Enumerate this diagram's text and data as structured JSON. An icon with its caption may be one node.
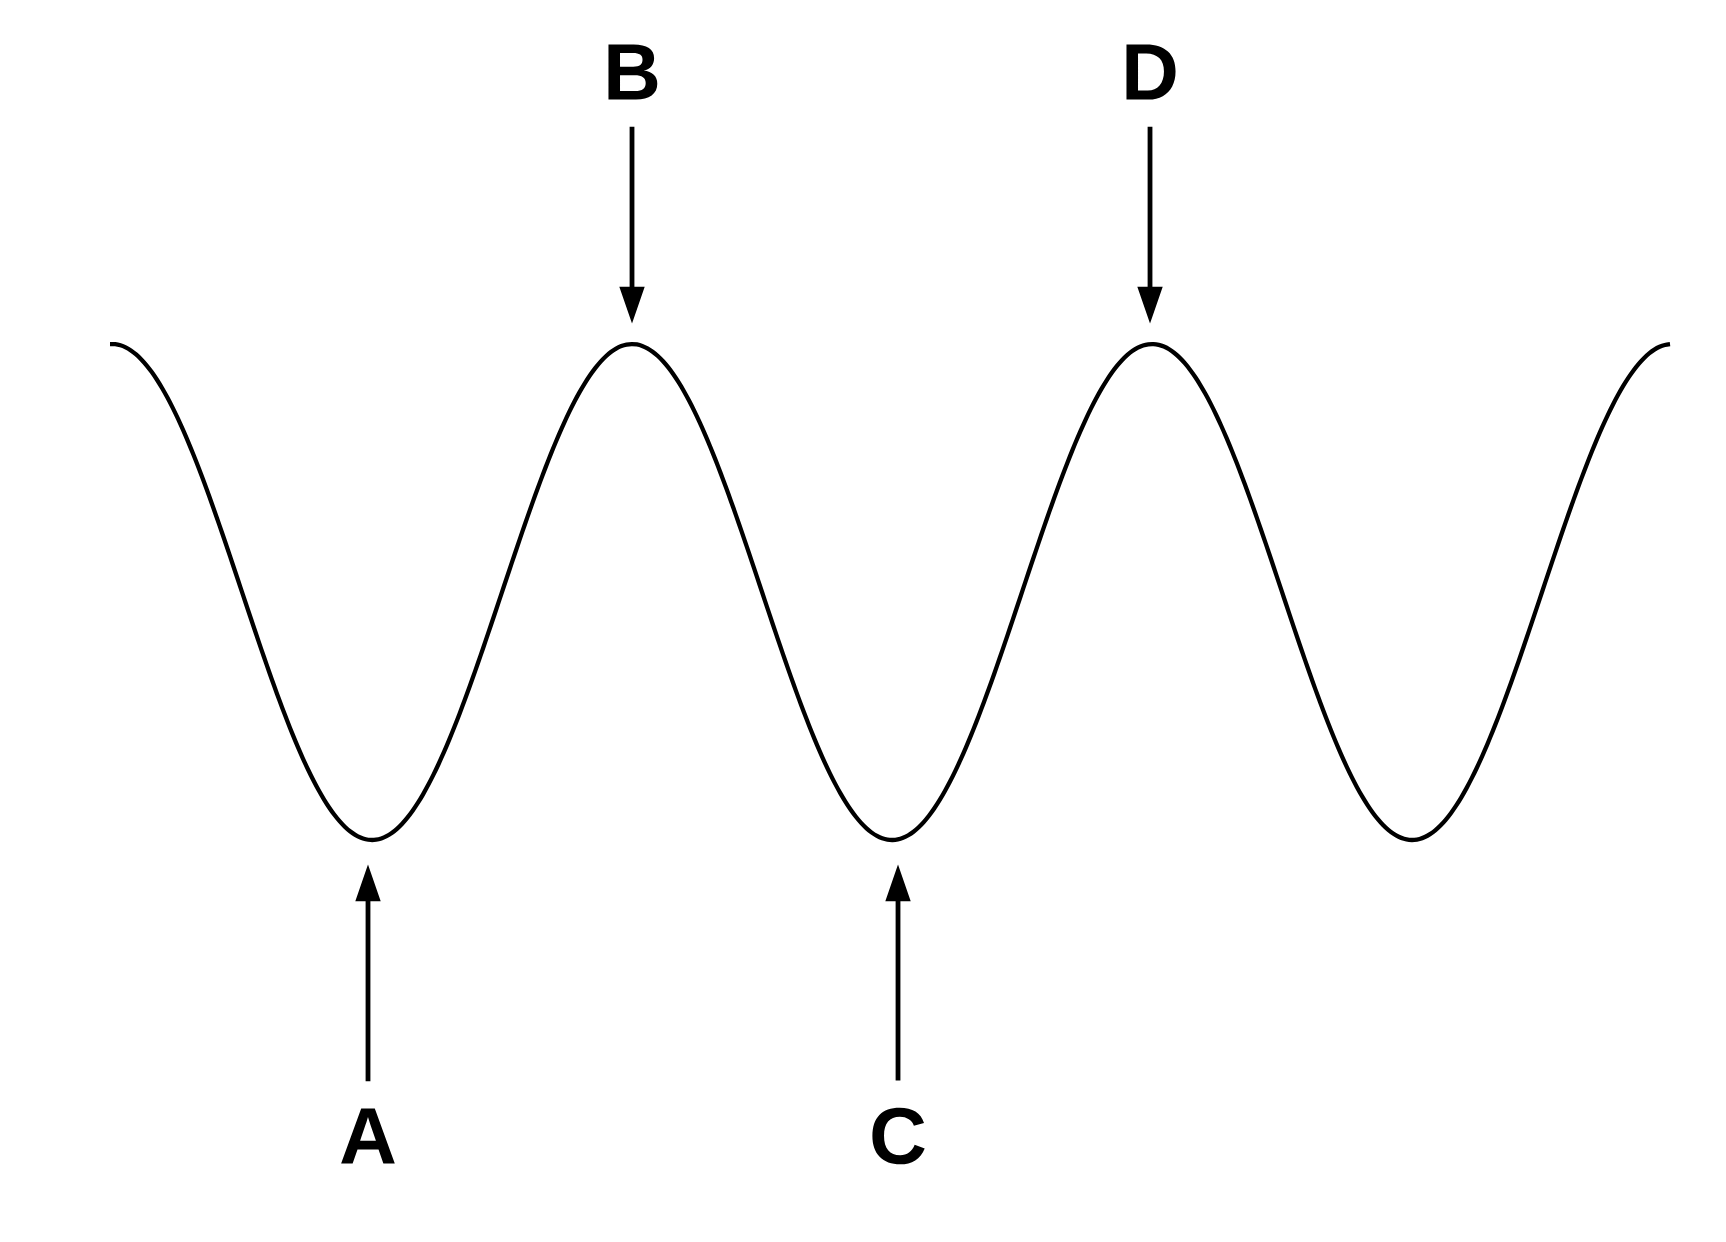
{
  "diagram": {
    "nodes": [
      {
        "text": [
          "B"
        ]
      },
      {
        "text": [
          "D"
        ]
      },
      {
        "text": [
          "A"
        ]
      },
      {
        "text": [
          "C"
        ]
      }
    ],
    "edges": [
      {
        "from": 0,
        "to": null,
        "arrow": "to"
      },
      {
        "from": 1,
        "to": null,
        "arrow": "to"
      },
      {
        "from": 2,
        "to": null,
        "arrow": "to"
      },
      {
        "from": 3,
        "to": null,
        "arrow": "to"
      }
    ]
  }
}
